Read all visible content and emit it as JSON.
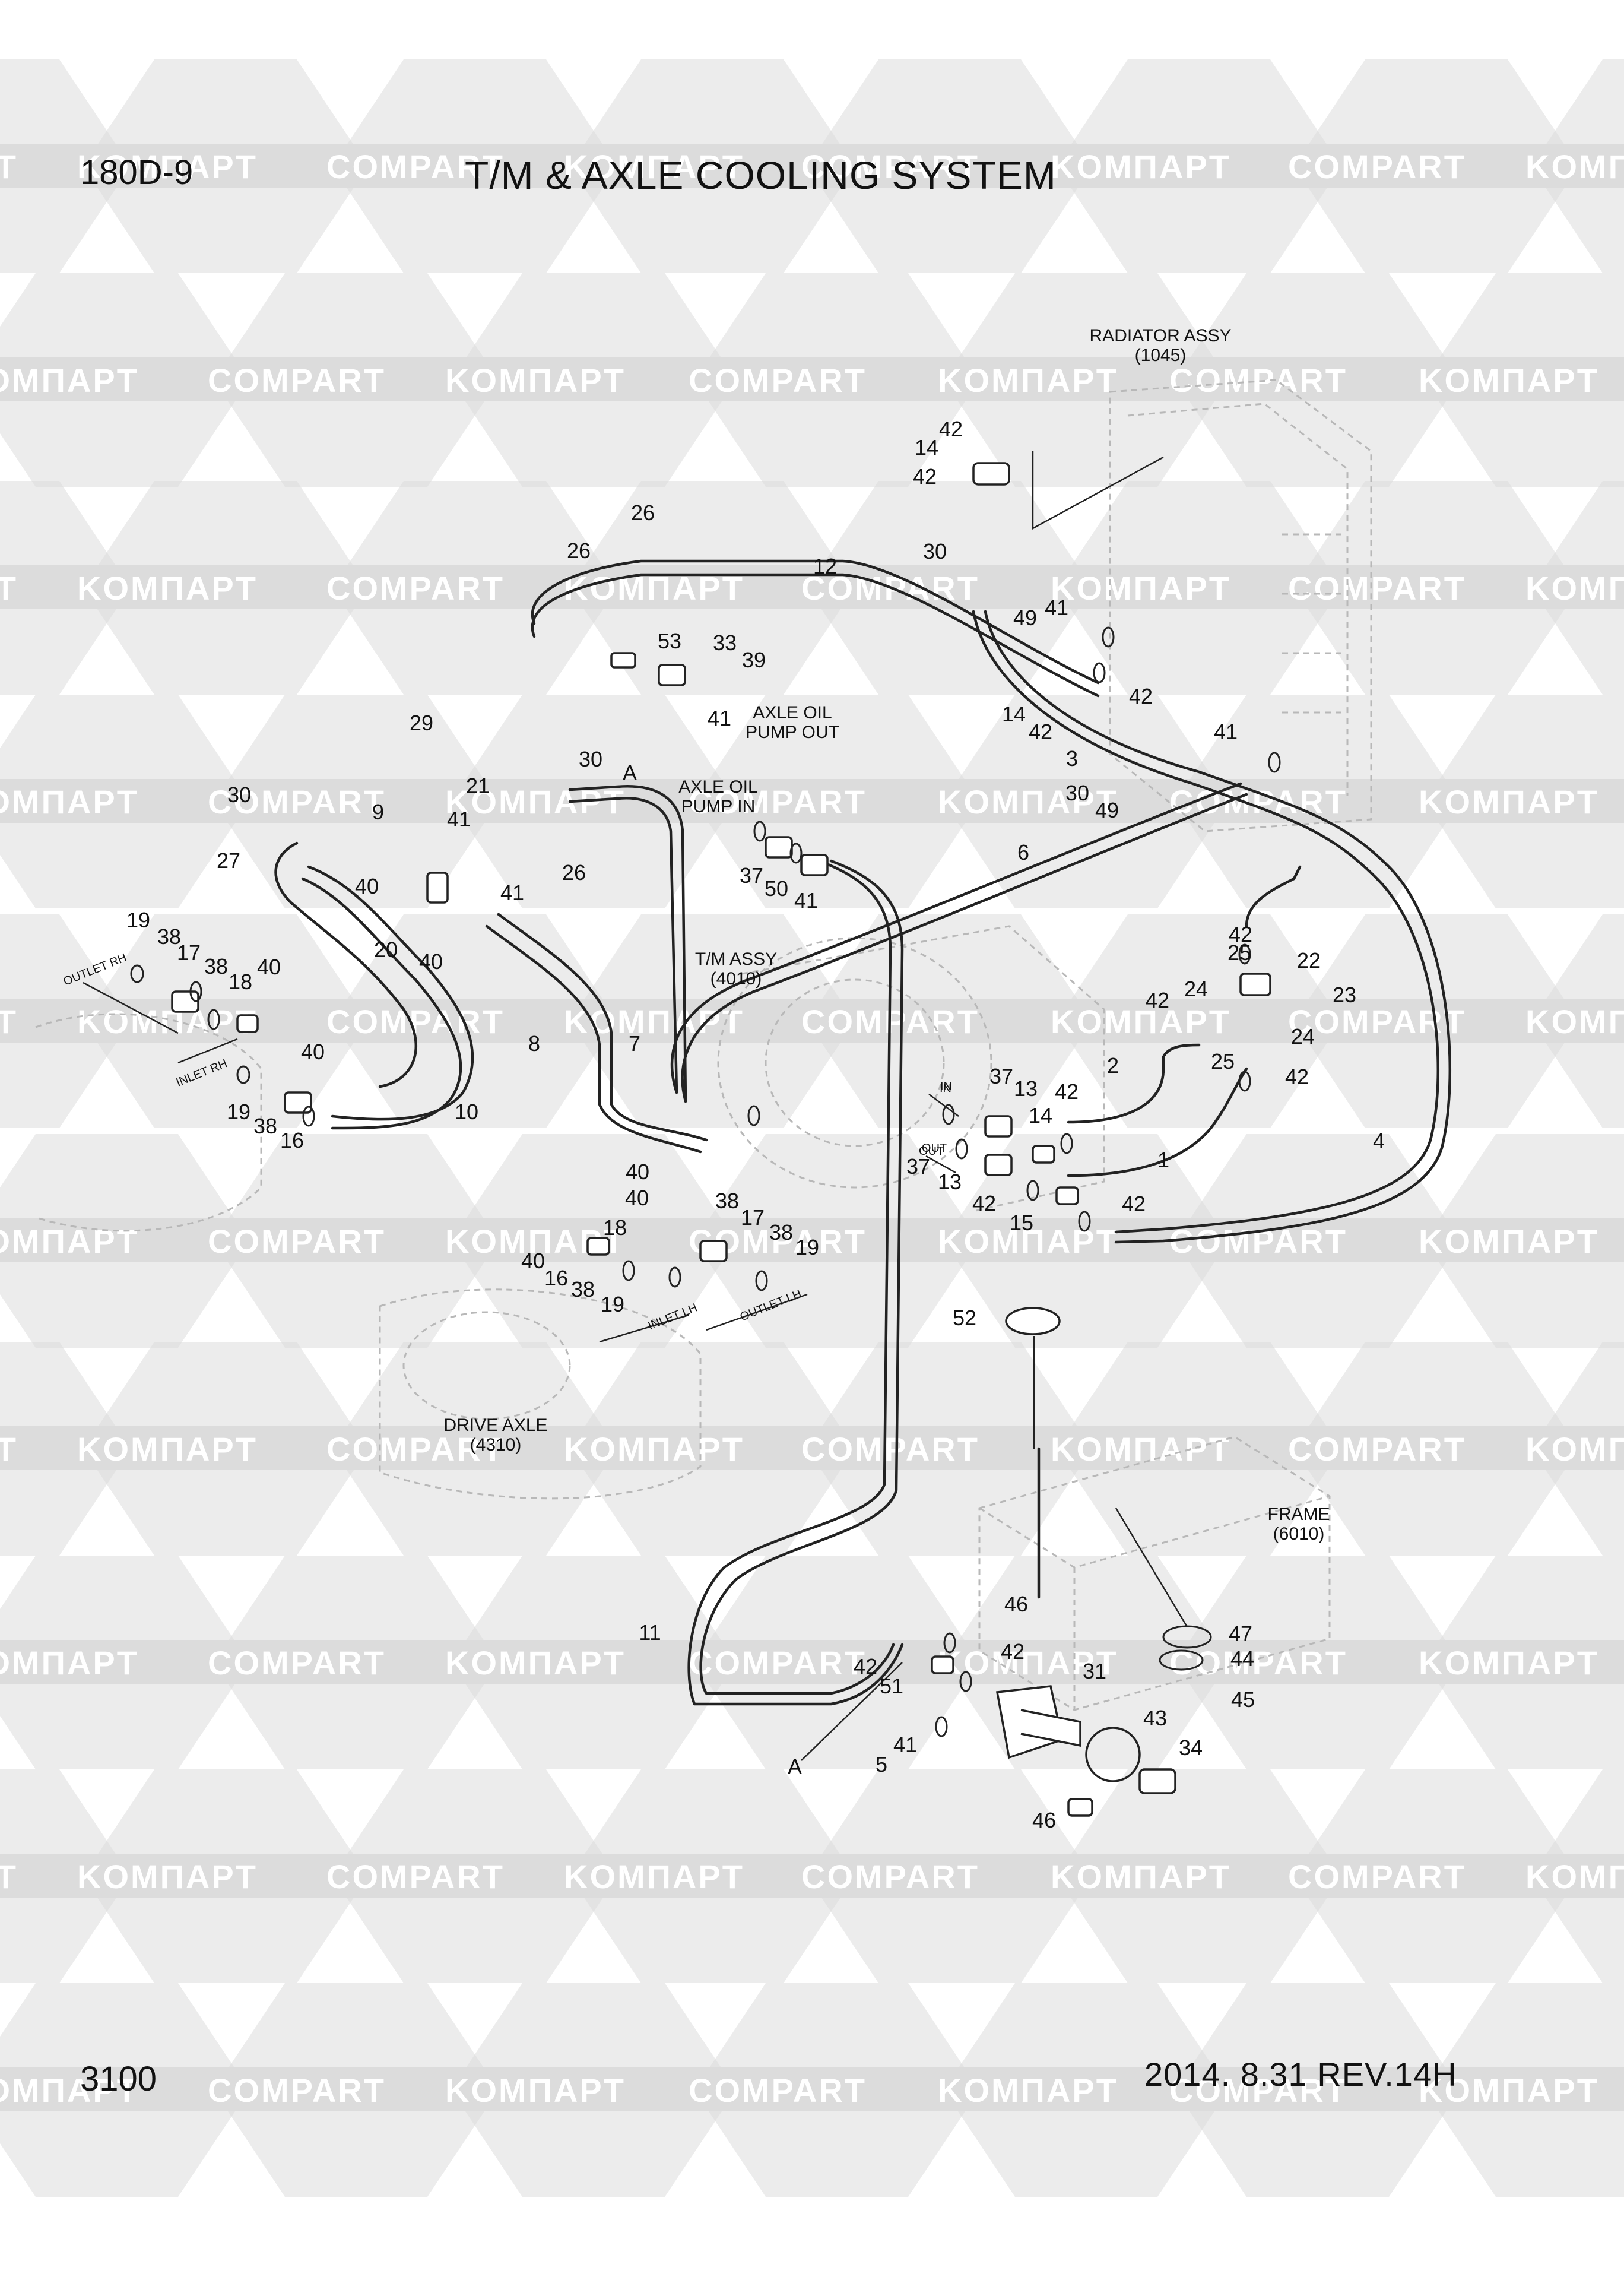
{
  "header": {
    "model": "180D-9",
    "title": "T/M & AXLE COOLING SYSTEM"
  },
  "footer": {
    "page_number": "3100",
    "revision": "2014. 8.31  REV.14H"
  },
  "watermark": {
    "texts": [
      "KOMПAPT",
      "COMPART"
    ],
    "color": "#dcdcdc"
  },
  "colors": {
    "line": "#222222",
    "ghost": "#b8b8b8"
  },
  "assemblies": {
    "radiator": [
      "RADIATOR ASSY",
      "(1045)"
    ],
    "axle_pump_out": [
      "AXLE OIL",
      "PUMP OUT"
    ],
    "axle_pump_in": [
      "AXLE OIL",
      "PUMP IN"
    ],
    "tm": [
      "T/M ASSY",
      "(4010)"
    ],
    "drive_axle": [
      "DRIVE AXLE",
      "(4310)"
    ],
    "frame": [
      "FRAME",
      "(6010)"
    ]
  },
  "port_labels": {
    "outlet_rh": "OUTLET RH",
    "inlet_rh": "INLET RH",
    "inlet_lh": "INLET LH",
    "outlet_lh": "OUTLET LH",
    "in": "IN",
    "out": "OUT"
  },
  "callouts": [
    "42",
    "14",
    "42",
    "30",
    "49",
    "41",
    "42",
    "14",
    "42",
    "3",
    "30",
    "49",
    "41",
    "26",
    "26",
    "12",
    "53",
    "33",
    "39",
    "41",
    "29",
    "30",
    "A",
    "21",
    "30",
    "9",
    "27",
    "41",
    "26",
    "40",
    "20",
    "41",
    "40",
    "19",
    "38",
    "17",
    "38",
    "18",
    "40",
    "40",
    "19",
    "38",
    "16",
    "10",
    "8",
    "7",
    "6",
    "42",
    "25",
    "22",
    "24",
    "42",
    "23",
    "24",
    "25",
    "42",
    "4",
    "37",
    "50",
    "41",
    "IN",
    "37",
    "13",
    "42",
    "2",
    "14",
    "OUT",
    "37",
    "13",
    "42",
    "1",
    "42",
    "15",
    "40",
    "40",
    "38",
    "17",
    "18",
    "38",
    "19",
    "40",
    "16",
    "38",
    "19",
    "52",
    "11",
    "42",
    "42",
    "51",
    "31",
    "43",
    "34",
    "A",
    "5",
    "41",
    "46",
    "46",
    "47",
    "44",
    "45"
  ]
}
